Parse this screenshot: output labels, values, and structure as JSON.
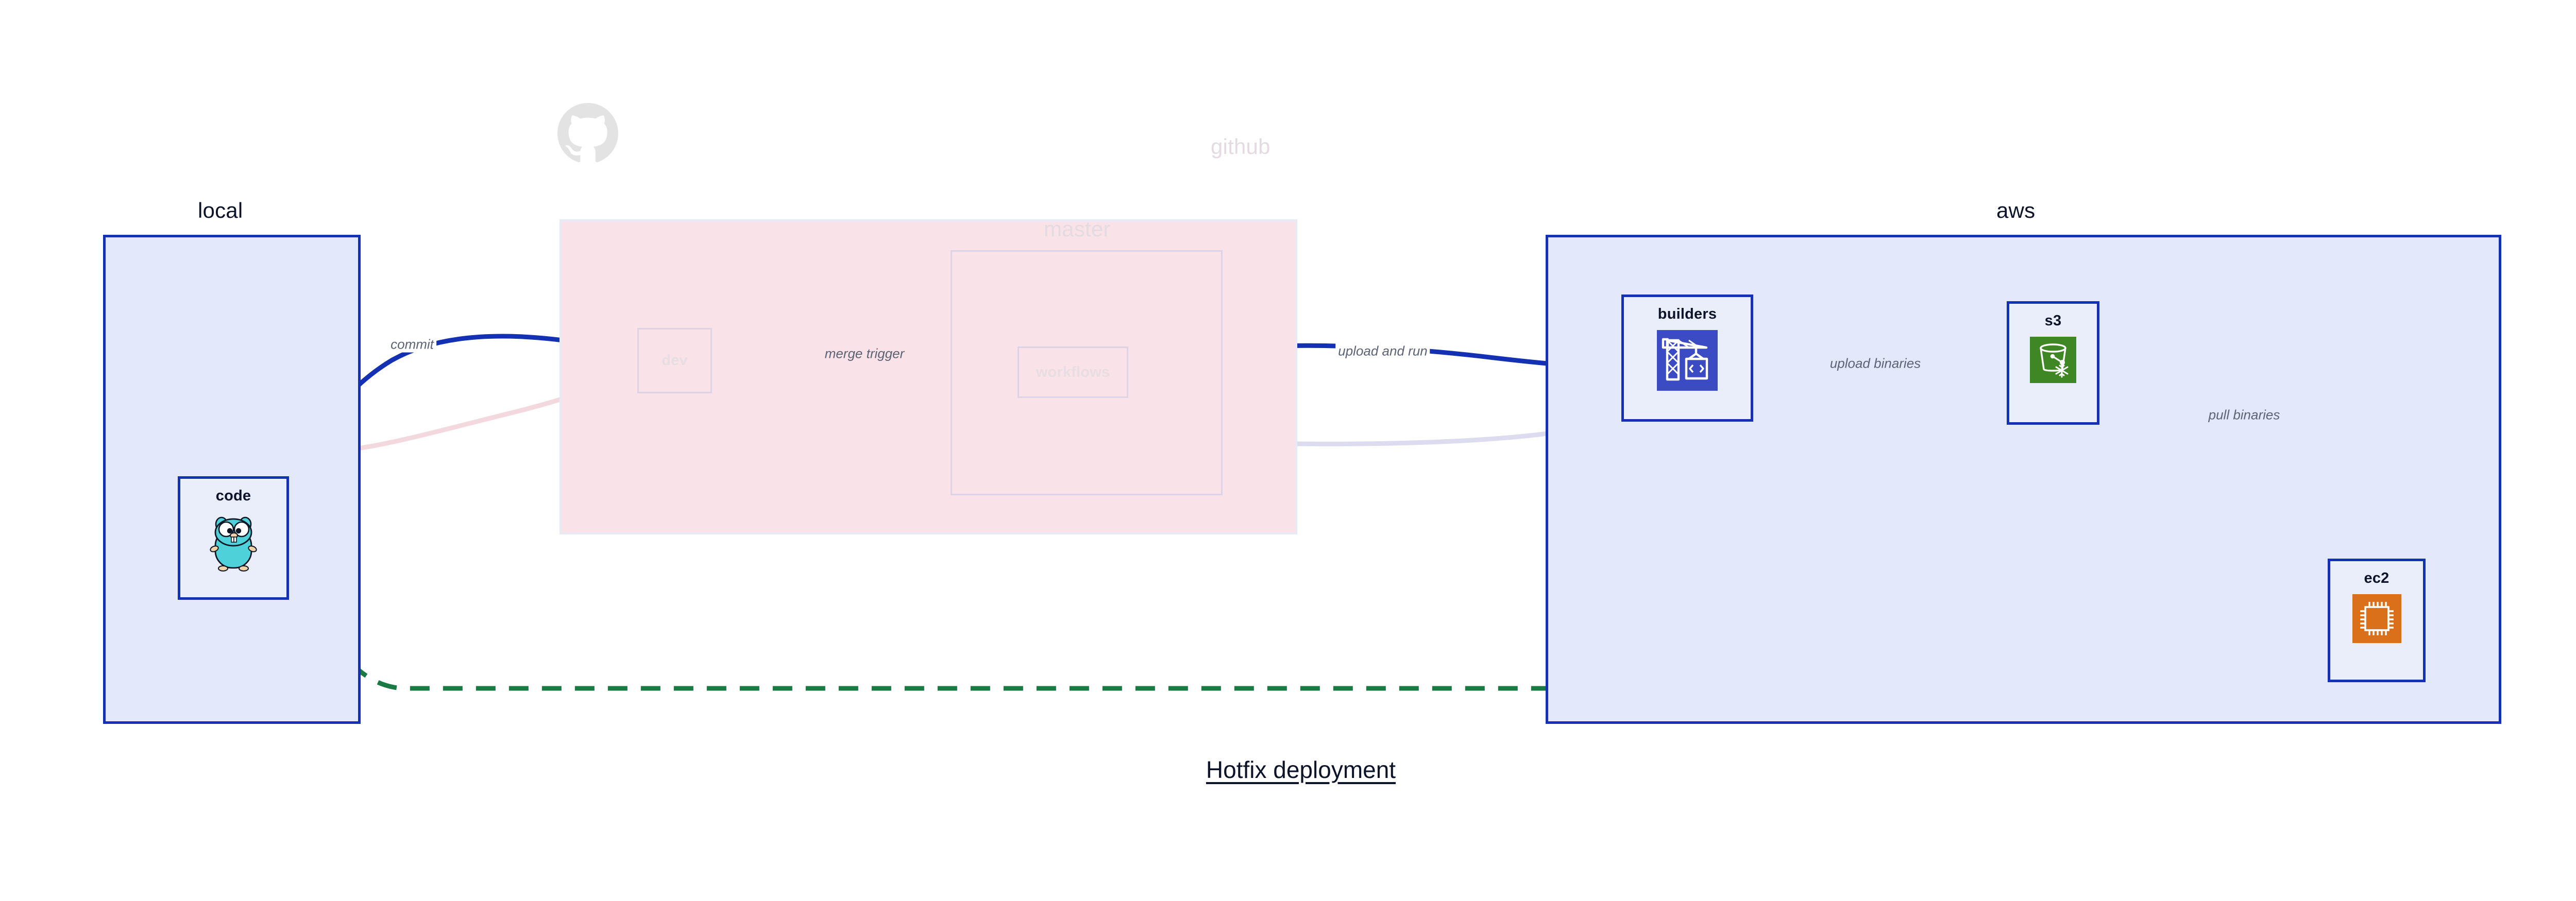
{
  "caption": "Hotfix deployment",
  "groups": [
    {
      "id": "local",
      "label": "local",
      "faded": false
    },
    {
      "id": "github",
      "label": "github",
      "faded": true
    },
    {
      "id": "master",
      "label": "master",
      "faded": true
    },
    {
      "id": "aws",
      "label": "aws",
      "faded": false
    }
  ],
  "nodes": [
    {
      "id": "code",
      "label": "code",
      "icon": "go-gopher-icon",
      "ghost": false
    },
    {
      "id": "dev",
      "label": "dev",
      "icon": "none",
      "ghost": true
    },
    {
      "id": "workflows",
      "label": "workflows",
      "icon": "none",
      "ghost": true
    },
    {
      "id": "builders",
      "label": "builders",
      "icon": "aws-codebuild-icon",
      "ghost": false
    },
    {
      "id": "s3",
      "label": "s3",
      "icon": "aws-s3-icon",
      "ghost": false
    },
    {
      "id": "ec2",
      "label": "ec2",
      "icon": "aws-ec2-icon",
      "ghost": false
    }
  ],
  "edges": [
    {
      "id": "commit",
      "label": "commit",
      "from": "code",
      "to": "dev",
      "style": "solid",
      "color": "#1431b4"
    },
    {
      "id": "merge-trigger",
      "label": "merge trigger",
      "from": "dev",
      "to": "workflows",
      "style": "solid",
      "color": "#1431b4"
    },
    {
      "id": "upload-run",
      "label": "upload and run",
      "from": "workflows",
      "to": "builders",
      "style": "solid",
      "color": "#1431b4"
    },
    {
      "id": "upload-bins",
      "label": "upload binaries",
      "from": "builders",
      "to": "s3",
      "style": "solid",
      "color": "#1431b4"
    },
    {
      "id": "pull-bins",
      "label": "pull binaries",
      "from": "s3",
      "to": "ec2",
      "style": "solid",
      "color": "#1431b4"
    },
    {
      "id": "hotfix",
      "label": "",
      "from": "code",
      "to": "ec2",
      "style": "dashed",
      "color": "#1a7a44"
    }
  ],
  "colors": {
    "group_stroke": "#1431b4",
    "group_fill": "#e3e8fb",
    "github_fill": "#f9e3e8",
    "node_fill": "#eaeefb",
    "edge_blue": "#1431b4",
    "edge_green": "#1a7a44",
    "edge_faded_pink": "#f3d8de",
    "edge_faded_purple": "#dcdbef",
    "label_text": "#5c6374",
    "title_text": "#0d1429",
    "codebuild_bg": "#3b4bc4",
    "s3_bg": "#3f8624",
    "ec2_bg": "#da7019",
    "gopher_body": "#4fd1d9",
    "octocat": "#e3e3e3"
  }
}
